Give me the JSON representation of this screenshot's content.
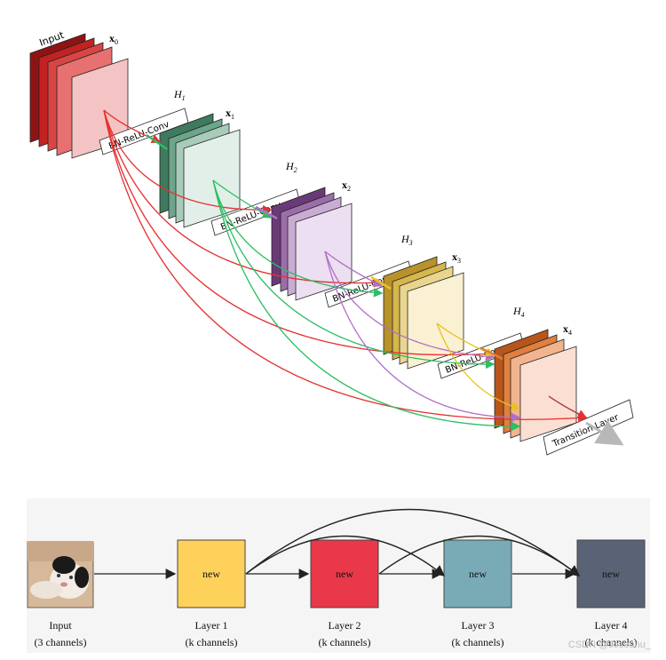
{
  "dense_block": {
    "input_label": "Input",
    "feature_maps": [
      {
        "label": "x",
        "sub": "0"
      },
      {
        "label": "x",
        "sub": "1"
      },
      {
        "label": "x",
        "sub": "2"
      },
      {
        "label": "x",
        "sub": "3"
      },
      {
        "label": "x",
        "sub": "4"
      }
    ],
    "layers": [
      {
        "name": "H",
        "sub": "1",
        "op": "BN-ReLU-Conv"
      },
      {
        "name": "H",
        "sub": "2",
        "op": "BN-ReLU-Conv"
      },
      {
        "name": "H",
        "sub": "3",
        "op": "BN-ReLU-Conv"
      },
      {
        "name": "H",
        "sub": "4",
        "op": "BN-ReLU-Conv"
      }
    ],
    "transition_label": "Transition Layer",
    "colors": {
      "x0": [
        "#8e1414",
        "#c42222",
        "#d84545",
        "#e77070",
        "#f4c3c3"
      ],
      "x1": [
        "#3f7a5f",
        "#6da58b",
        "#a9cbb9",
        "#e2efe9"
      ],
      "x2": [
        "#6a3a78",
        "#9b6ea9",
        "#c9acd3",
        "#ecdff1"
      ],
      "x3": [
        "#b8922a",
        "#d6b64d",
        "#ead58f",
        "#faf0d2"
      ],
      "x4": [
        "#b8551a",
        "#e07f3e",
        "#f1b48e",
        "#fadfd2"
      ],
      "arrow_red": "#e53030",
      "arrow_green": "#2cbe62",
      "arrow_purple": "#b06fc8",
      "arrow_yellow": "#e8c21e"
    }
  },
  "bottom_flow": {
    "nodes": [
      {
        "title": "Input",
        "subtitle": "(3 channels)",
        "box_text": "",
        "color": ""
      },
      {
        "title": "Layer 1",
        "subtitle": "(k channels)",
        "box_text": "new",
        "color": "#fed15a"
      },
      {
        "title": "Layer 2",
        "subtitle": "(k channels)",
        "box_text": "new",
        "color": "#e8384a"
      },
      {
        "title": "Layer 3",
        "subtitle": "(k channels)",
        "box_text": "new",
        "color": "#78abb5"
      },
      {
        "title": "Layer 4",
        "subtitle": "(k channels)",
        "box_text": "new",
        "color": "#5a6375"
      }
    ]
  },
  "watermark": "CSDN @Joseanu_"
}
